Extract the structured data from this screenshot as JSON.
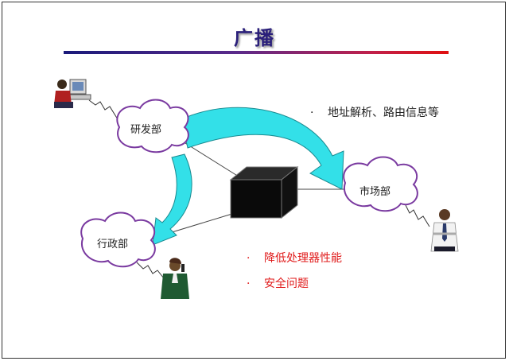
{
  "title": "广播",
  "nodes": {
    "research": "研发部",
    "market": "市场部",
    "admin": "行政部"
  },
  "bullets": [
    {
      "dot": "·",
      "text": "地址解析、路由信息等",
      "color": "#222222"
    },
    {
      "dot": "·",
      "text": "降低处理器性能",
      "color": "#e01a1a"
    },
    {
      "dot": "·",
      "text": "安全问题",
      "color": "#e01a1a"
    }
  ],
  "colors": {
    "title": "#2a1f7a",
    "arrow": "#33e0e8",
    "cloud_stroke": "#7a3aa0",
    "device": "#0a0a0a"
  },
  "icons": [
    "computer-user-icon",
    "businessman-icon",
    "woman-phone-icon",
    "switch-device-icon"
  ]
}
